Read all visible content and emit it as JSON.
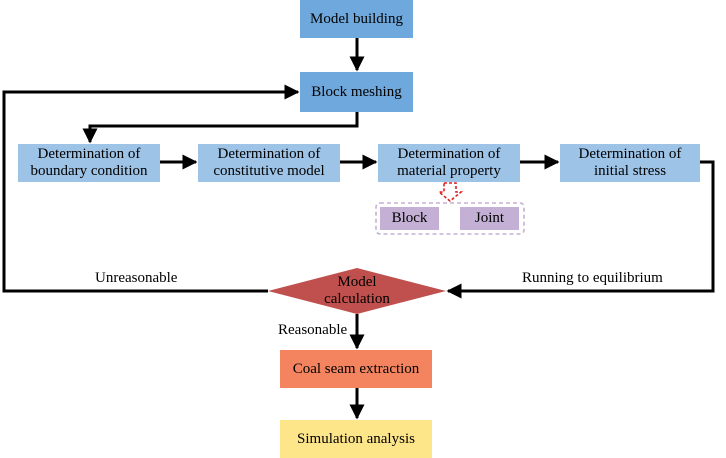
{
  "nodes": {
    "model_building": "Model building",
    "block_meshing": "Block meshing",
    "boundary_l1": "Determination of",
    "boundary_l2": "boundary condition",
    "constitutive_l1": "Determination of",
    "constitutive_l2": "constitutive model",
    "material_l1": "Determination of",
    "material_l2": "material property",
    "stress_l1": "Determination of",
    "stress_l2": "initial stress",
    "block": "Block",
    "joint": "Joint",
    "calc_l1": "Model",
    "calc_l2": "calculation",
    "coal": "Coal seam extraction",
    "simulation": "Simulation analysis"
  },
  "edge_labels": {
    "unreasonable": "Unreasonable",
    "equilibrium": "Running to equilibrium",
    "reasonable": "Reasonable"
  },
  "colors": {
    "blue": "#6fa8dc",
    "light_blue": "#9dc3e6",
    "purple": "#c5b0d5",
    "diamond": "#c0504d",
    "orange": "#f4845f",
    "yellow": "#fde58a",
    "dashed_arrow": "#e02020"
  }
}
